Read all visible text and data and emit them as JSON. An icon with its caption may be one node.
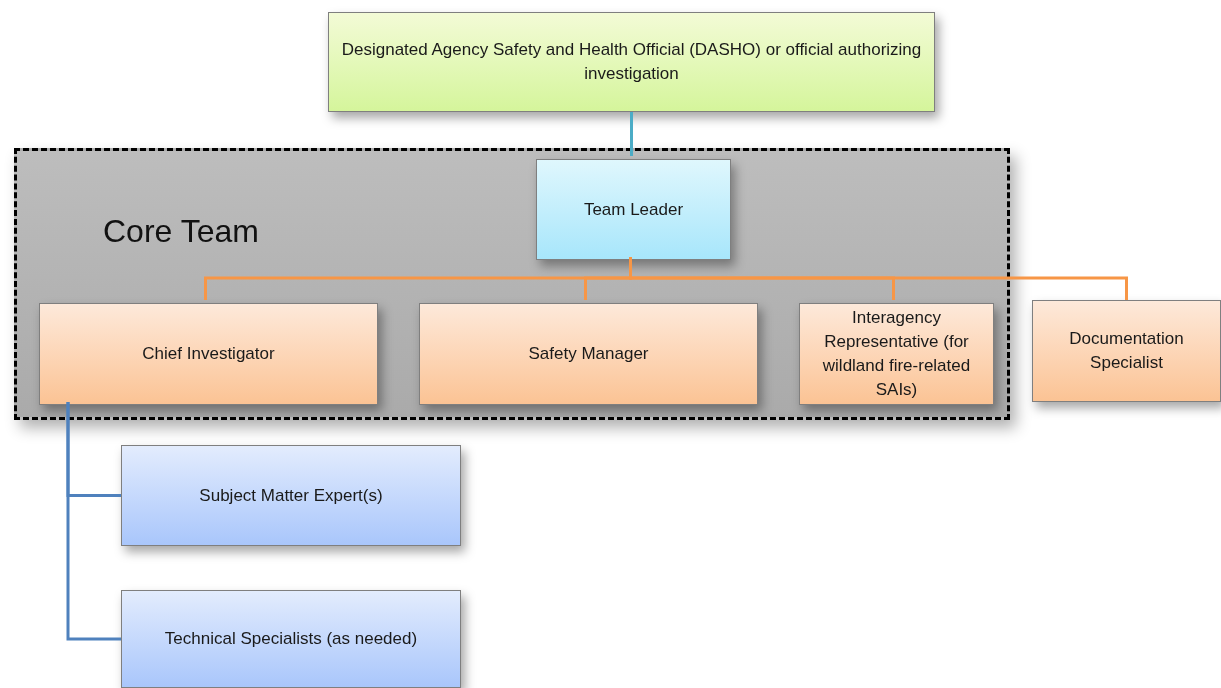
{
  "diagram": {
    "nodes": [
      {
        "text": [
          "Designated Agency Safety and Health Official (DASHO) or official authorizing investigation"
        ]
      },
      {
        "text": [
          "Core Team"
        ]
      },
      {
        "text": [
          "Team Leader"
        ],
        "in": 1
      },
      {
        "text": [
          "Chief Investigator"
        ],
        "in": 1
      },
      {
        "text": [
          "Safety Manager"
        ],
        "in": 1
      },
      {
        "text": [
          "Interagency Representative (for wildland fire-related SAIs)"
        ],
        "in": 1
      },
      {
        "text": [
          "Documentation Specialist"
        ]
      },
      {
        "text": [
          "Subject Matter Expert(s)"
        ]
      },
      {
        "text": [
          "Technical Specialists (as needed)"
        ]
      }
    ],
    "edges": [
      {
        "from": 0,
        "to": 2,
        "arrow": "none",
        "color": "#4bacc6"
      },
      {
        "from": 2,
        "to": 3,
        "arrow": "none"
      },
      {
        "from": 2,
        "to": 4,
        "arrow": "none"
      },
      {
        "from": 2,
        "to": 5,
        "arrow": "none"
      },
      {
        "from": 2,
        "to": 6,
        "arrow": "none"
      },
      {
        "from": 3,
        "to": 7,
        "arrow": "none",
        "color": "#4f81bd"
      },
      {
        "from": 3,
        "to": 8,
        "arrow": "none",
        "color": "#4f81bd"
      }
    ]
  }
}
